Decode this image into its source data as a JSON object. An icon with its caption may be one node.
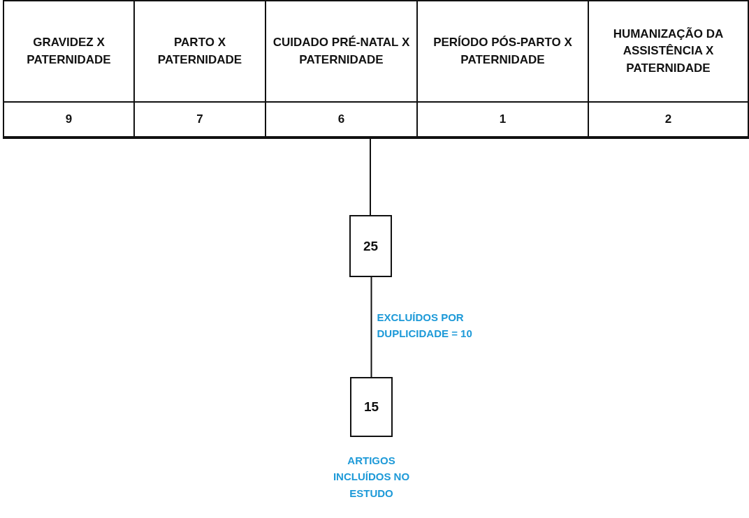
{
  "diagram": {
    "nodes": [
      {
        "text": [],
        "shape": "box"
      },
      {
        "text": [
          "GRAVIDEZ X PATERNIDADE"
        ],
        "in": 0
      },
      {
        "text": [
          "PARTO X PATERNIDADE"
        ],
        "in": 0
      },
      {
        "text": [
          "CUIDADO PRÉ-NATAL X PATERNIDADE"
        ],
        "in": 0
      },
      {
        "text": [
          "PERÍODO PÓS-PARTO X PATERNIDADE"
        ],
        "in": 0
      },
      {
        "text": [
          "HUMANIZAÇÃO DA ASSISTÊNCIA X PATERNIDADE"
        ],
        "in": 0
      },
      {
        "text": [
          "9"
        ],
        "in": 0
      },
      {
        "text": [
          "7"
        ],
        "in": 0
      },
      {
        "text": [
          "6"
        ],
        "in": 0
      },
      {
        "text": [
          "1"
        ],
        "in": 0
      },
      {
        "text": [
          "2"
        ],
        "in": 0
      },
      {
        "text": [
          "25"
        ]
      },
      {
        "text": [
          "15"
        ],
        "beside": [
          "ARTIGOS INCLUÍDOS NO ESTUDO"
        ]
      }
    ],
    "edges": [
      {
        "from": 0,
        "to": 11,
        "arrow": "none"
      },
      {
        "from": 11,
        "to": 12,
        "arrow": "none",
        "label": "EXCLUÍDOS POR DUPLICIDADE = 10"
      }
    ]
  }
}
